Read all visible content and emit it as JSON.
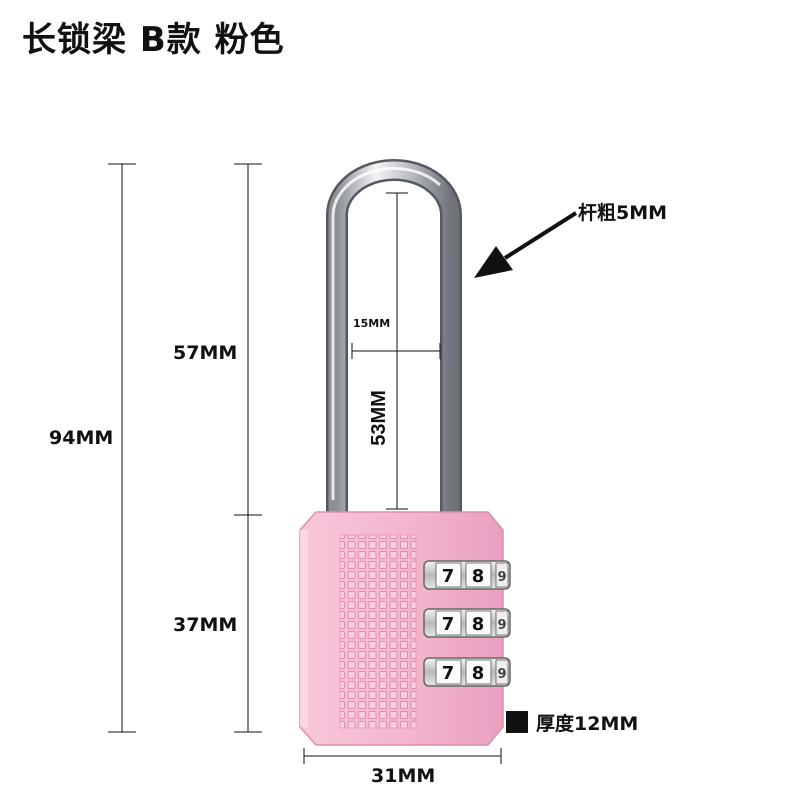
{
  "title": "长锁梁  B款  粉色",
  "dimensions": {
    "total_height": "94MM",
    "shackle_height": "57MM",
    "body_height": "37MM",
    "inner_height": "53MM",
    "inner_width": "15MM",
    "body_width": "31MM",
    "rod_thickness": "杆粗5MM",
    "thickness": "厚度12MM"
  },
  "dials": [
    [
      "7",
      "8",
      "9"
    ],
    [
      "7",
      "8",
      "9"
    ],
    [
      "7",
      "8",
      "9"
    ]
  ],
  "colors": {
    "body": "#f4b6cf",
    "body_shade": "#e99bbb",
    "shackle": "#c9ccd1",
    "dial": "#dcdcdc"
  }
}
